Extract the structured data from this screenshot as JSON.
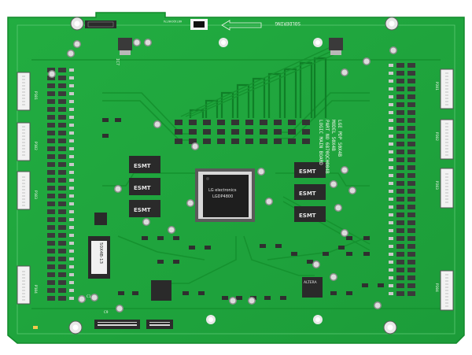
{
  "board": {
    "soldering_label": "SOLDERING",
    "model_text": [
      "LGE PDP 50X4B",
      "MODEL 50X4B",
      "PART NO 6870QCH004B",
      "LOGIC MAIN BOARD"
    ],
    "connector_labels": [
      "P101",
      "P102",
      "P103",
      "P104",
      "P201",
      "P202",
      "P203",
      "P204"
    ],
    "component_labels": [
      "IC7",
      "C1",
      "C9"
    ],
    "main_ic_text": [
      "LG electronics",
      "LGDP4800"
    ],
    "rom_text": "50X4B-13",
    "esmt_label": "ESMT",
    "flash_label": "ALTERA",
    "barcode_text": "6871QCH077A"
  },
  "colors": {
    "pcb": "#1fa53c",
    "pcb_dark": "#178a30",
    "trace": "#14912f",
    "silkscreen": "#eef5ea",
    "chip": "#2a2a2a",
    "pad": "#c9c9c9",
    "connector": "#f2f2f2"
  }
}
